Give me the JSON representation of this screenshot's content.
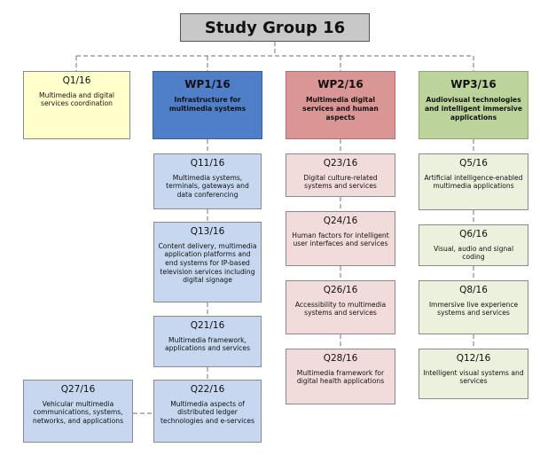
{
  "title": "Study Group 16",
  "q1": {
    "code": "Q1/16",
    "desc": "Multimedia and digital services coordination"
  },
  "wp1": {
    "code": "WP1/16",
    "desc": "Infrastructure for multimedia systems",
    "questions": [
      {
        "code": "Q11/16",
        "desc": "Multimedia systems, terminals, gateways and data conferencing"
      },
      {
        "code": "Q13/16",
        "desc": "Content delivery, multimedia application platforms and end systems for IP-based television services including digital signage"
      },
      {
        "code": "Q21/16",
        "desc": "Multimedia framework, applications and services"
      },
      {
        "code": "Q22/16",
        "desc": "Multimedia aspects of distributed ledger technologies and e-services"
      }
    ]
  },
  "q27": {
    "code": "Q27/16",
    "desc": "Vehicular multimedia communications, systems, networks, and applications"
  },
  "wp2": {
    "code": "WP2/16",
    "desc": "Multimedia digital services and human aspects",
    "questions": [
      {
        "code": "Q23/16",
        "desc": "Digital culture-related systems and services"
      },
      {
        "code": "Q24/16",
        "desc": "Human factors for intelligent user interfaces and services"
      },
      {
        "code": "Q26/16",
        "desc": "Accessibility to multimedia systems and services"
      },
      {
        "code": "Q28/16",
        "desc": "Multimedia framework for digital health applications"
      }
    ]
  },
  "wp3": {
    "code": "WP3/16",
    "desc": "Audiovisual technologies and intelligent immersive applications",
    "questions": [
      {
        "code": "Q5/16",
        "desc": "Artificial intelligence-enabled multimedia applications"
      },
      {
        "code": "Q6/16",
        "desc": "Visual, audio and signal coding"
      },
      {
        "code": "Q8/16",
        "desc": "Immersive live experience systems and services"
      },
      {
        "code": "Q12/16",
        "desc": "Intelligent visual systems and services"
      }
    ]
  },
  "colors": {
    "title": "#c8c8c8",
    "q1": "#ffffcc",
    "wp1": "#4f7fc9",
    "wp1_q": "#c6d7ef",
    "wp2": "#d99694",
    "wp2_q": "#f2dcdb",
    "wp3": "#bcd49c",
    "wp3_q": "#ebf1dd"
  }
}
